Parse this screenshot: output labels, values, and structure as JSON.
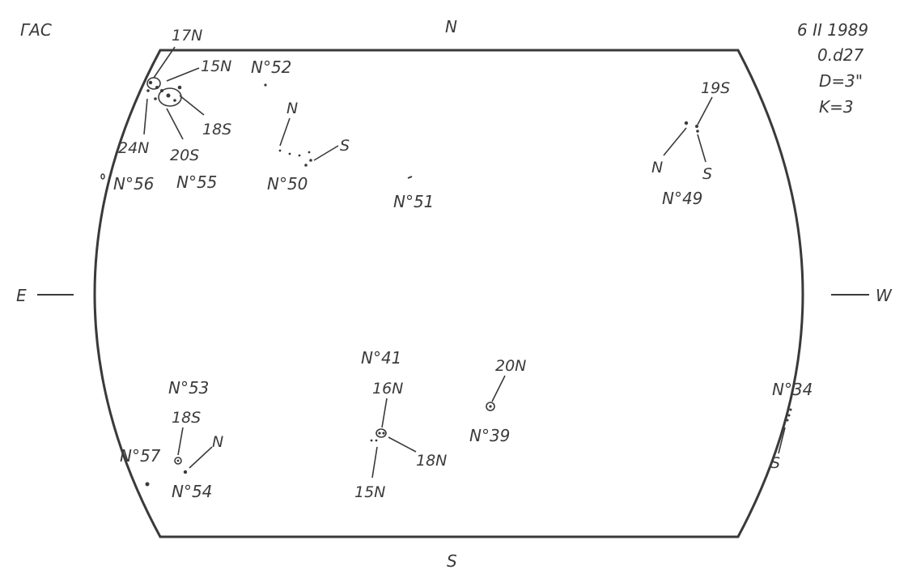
{
  "observatory": "ГАС",
  "date": "6 II 1989",
  "time": "0.d27",
  "diameter": "D=3\"",
  "quality": "K=3",
  "compass": {
    "north": "N",
    "south": "S",
    "east": "E",
    "west": "W"
  },
  "groups": {
    "g52": "N°52",
    "g50": "N°50",
    "g51": "N°51",
    "g49": "N°49",
    "g56": "N°56",
    "g55": "N°55",
    "g53": "N°53",
    "g54": "N°54",
    "g57": "N°57",
    "g41": "N°41",
    "g39": "N°39",
    "g34": "N°34"
  },
  "fields": {
    "f17N": "17N",
    "f15N_top": "15N",
    "f18S_top": "18S",
    "f20S": "20S",
    "f24N": "24N",
    "f50N": "N",
    "f50S": "S",
    "f19S": "19S",
    "f49N": "N",
    "f49S": "S",
    "f18S_low": "18S",
    "f54N": "N",
    "f16N": "16N",
    "f18N": "18N",
    "f15N_low": "15N",
    "f20N": "20N",
    "f34S": "S"
  },
  "ink_color": "#3a3a3a"
}
